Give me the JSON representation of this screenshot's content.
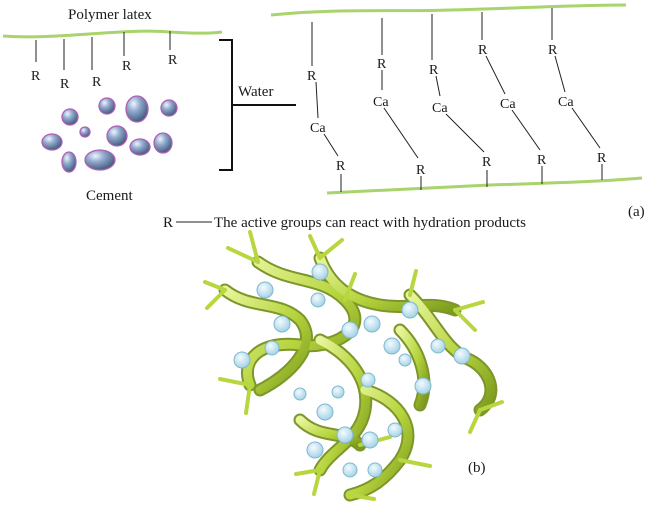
{
  "panel_a": {
    "polymer_label": "Polymer latex",
    "cement_label": "Cement",
    "water_label": "Water",
    "group_symbol": "R",
    "calcium_symbol": "Ca",
    "legend_symbol": "R",
    "legend_text": "The active groups can react with hydration products",
    "panel_label": "(a)"
  },
  "panel_b": {
    "panel_label": "(b)"
  },
  "colors": {
    "polymer_chain": "#a9d46b",
    "cement_particle": "#6f8fb8",
    "cement_outline": "#b05fb4",
    "network": "#bcd84a",
    "hydration_product": "#b9e0ee"
  }
}
